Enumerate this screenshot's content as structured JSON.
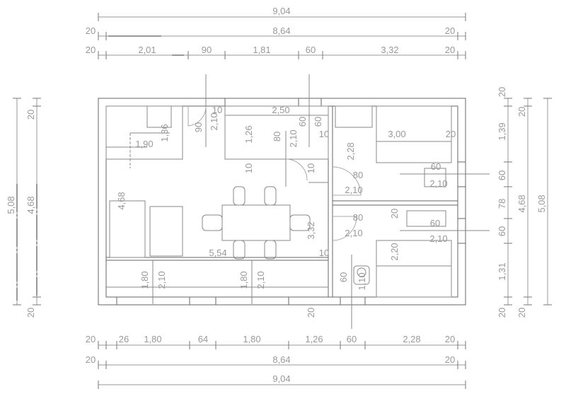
{
  "dimensions": {
    "top": {
      "overall": "9,04",
      "inner_wall": "20",
      "inner": "8,64",
      "wall_left": "20",
      "wall_right": "20",
      "segments": [
        "2,01",
        "90",
        "1,81",
        "60",
        "3,32"
      ]
    },
    "bottom": {
      "overall": "9,04",
      "inner": "8,64",
      "wall_left": "20",
      "wall_right": "20",
      "segments": [
        "26",
        "1,80",
        "64",
        "1,80",
        "1,26",
        "60",
        "2,28"
      ]
    },
    "left": {
      "overall": "5,08",
      "inner": "4,68",
      "wall_top": "20",
      "wall_bottom": "20"
    },
    "right": {
      "overall": "5,08",
      "inner": "4,68",
      "wall_top": "20",
      "wall_bottom": "20",
      "segments": [
        "1,39",
        "60",
        "78",
        "60",
        "1,31"
      ]
    }
  },
  "interior_labels": {
    "top_left_w": "1,90",
    "top_left_h": "1,36",
    "kitchen_door_w": "90",
    "kitchen_door_h": "2,10",
    "wall_10_a": "10",
    "kitchen_w": "2,50",
    "kitchen_h": "1,26",
    "window_80": "80",
    "window_210": "2,10",
    "window_60": "60",
    "window_60b": "60",
    "wall_10_b": "10",
    "wall_10_c": "10",
    "wall_10_d": "10",
    "left_wall_468": "4,68",
    "living_w": "5,54",
    "living_h": "3,32",
    "wall_10_e": "10",
    "door1_w": "80",
    "door1_h": "2,10",
    "door2_w": "80",
    "door2_h": "2,10",
    "bed1_w": "3,00",
    "bed1_h": "2,28",
    "bed1_wall": "20",
    "bed1_win_w": "60",
    "bed1_win_h": "2,10",
    "bed2_w": "60",
    "bed2_h": "2,20",
    "bed2_wall": "20",
    "bed2_win_h": "2,10",
    "bath_w": "60",
    "bath_h": "1,10",
    "win1_w": "1,80",
    "win1_h": "2,10",
    "win2_w": "1,80",
    "win2_h": "2,10",
    "wall_20_bottom": "20"
  }
}
